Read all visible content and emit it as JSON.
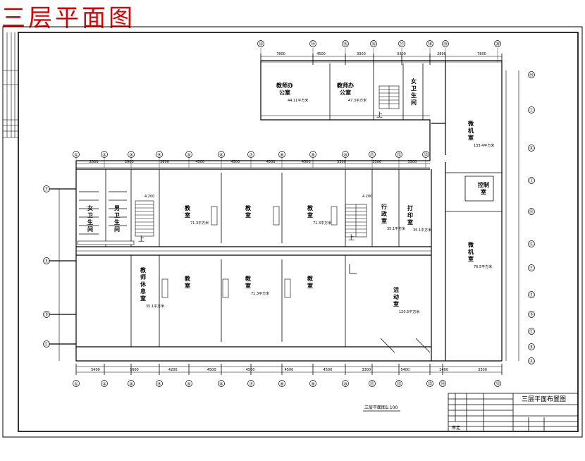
{
  "title": "三层平面图",
  "caption": "三层平面图1:100",
  "title_block": {
    "drawing_name": "三层平面布置图",
    "reviewer_label": "审定"
  },
  "dimension_rows": {
    "top_upper": [
      "7800",
      "4500",
      "3300",
      "3300",
      "2800",
      "7800"
    ],
    "top_lower": [
      "2800",
      "3900",
      "3600",
      "4500",
      "4500",
      "4500",
      "4500",
      "3300",
      "3300",
      "3300"
    ],
    "bottom": [
      "5400",
      "3600",
      "4200",
      "4500",
      "4500",
      "4500",
      "4500",
      "3300",
      "5400",
      "2400",
      "3300"
    ]
  },
  "rooms": [
    {
      "id": "office-left",
      "label": "教师办\n公室",
      "area": "44.11平方米"
    },
    {
      "id": "office-right",
      "label": "教师办\n公室",
      "area": "47.3平方米"
    },
    {
      "id": "toilet",
      "label": "女\n卫\n生\n间"
    },
    {
      "id": "computer-1",
      "label": "微\n机\n室",
      "area": "133.4平方米"
    },
    {
      "id": "control",
      "label": "控制\n室"
    },
    {
      "id": "computer-2",
      "label": "微\n机\n室",
      "area": "76.5平方米"
    },
    {
      "id": "toilets-left",
      "label": "女\n卫\n生\n间"
    },
    {
      "id": "toilets-left2",
      "label": "男\n卫\n生\n间"
    },
    {
      "id": "class-1",
      "label": "教\n室",
      "area": "71.3平方米"
    },
    {
      "id": "class-2",
      "label": "教\n室",
      "area": ""
    },
    {
      "id": "class-3",
      "label": "教\n室",
      "area": "71.3平方米"
    },
    {
      "id": "admin",
      "label": "行\n政\n室",
      "area": "35.1平方米"
    },
    {
      "id": "print",
      "label": "打\n印\n室",
      "area": "35.1平方米"
    },
    {
      "id": "rest",
      "label": "教\n师\n休\n息\n室",
      "area": "35.1平方米"
    },
    {
      "id": "class-4",
      "label": "教\n室",
      "area": ""
    },
    {
      "id": "class-5",
      "label": "教\n室",
      "area": "71.3平方米"
    },
    {
      "id": "class-6",
      "label": "教\n室",
      "area": ""
    },
    {
      "id": "activity",
      "label": "活\n动\n室",
      "area": "120.5平方米"
    }
  ],
  "axes": {
    "top_upper": [
      "⑬",
      "⑭",
      "⑮",
      "⑯",
      "⑰",
      "⑱",
      "⑲",
      "⑳"
    ],
    "top_lower": [
      "①",
      "②",
      "③",
      "④",
      "⑤",
      "⑥",
      "⑦",
      "⑧",
      "⑨",
      "⑩",
      "⑪",
      "⑫",
      "⑬"
    ],
    "bottom": [
      "①",
      "②",
      "③",
      "④",
      "⑤",
      "⑥",
      "⑦",
      "⑧",
      "⑨",
      "⑩",
      "⑪",
      "⑫",
      "⑬",
      "⑭",
      "⑮"
    ],
    "left": [
      "Ⓕ",
      "Ⓔ",
      "Ⓓ",
      "Ⓒ"
    ],
    "right": [
      "Ⓜ",
      "Ⓛ",
      "Ⓚ",
      "Ⓙ",
      "Ⓗ",
      "Ⓖ",
      "Ⓕ",
      "Ⓔ",
      "Ⓓ",
      "Ⓒ",
      "Ⓑ",
      "Ⓐ"
    ]
  },
  "stair_labels": {
    "up": "上",
    "level": "4.200"
  }
}
